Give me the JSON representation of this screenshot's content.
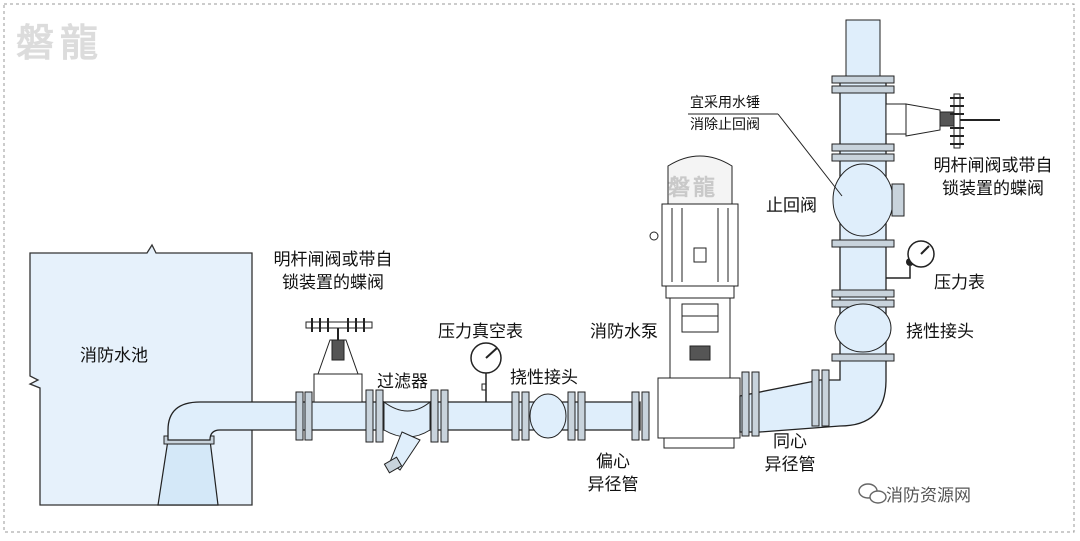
{
  "logo": {
    "text": "磐龍",
    "motor_text": "磐龍"
  },
  "labels": {
    "pool": "消防水池",
    "gate_valve_left_l1": "明杆闸阀或带自",
    "gate_valve_left_l2": "锁装置的蝶阀",
    "filter": "过滤器",
    "vacuum_gauge": "压力真空表",
    "flex_joint_left": "挠性接头",
    "pump": "消防水泵",
    "ecc_reducer_l1": "偏心",
    "ecc_reducer_l2": "异径管",
    "conc_reducer_l1": "同心",
    "conc_reducer_l2": "异径管",
    "check_valve": "止回阀",
    "water_hammer_l1": "宜采用水锤",
    "water_hammer_l2": "消除止回阀",
    "gate_valve_right_l1": "明杆闸阀或带自",
    "gate_valve_right_l2": "锁装置的蝶阀",
    "pressure_gauge": "压力表",
    "flex_joint_right": "挠性接头"
  },
  "watermark": {
    "icon": "wechat-icon",
    "text": "消防资源网"
  },
  "colors": {
    "pipe": "#dfeefb",
    "pool": "#e6f1fb",
    "line": "#222222",
    "flange": "#c8d3dc"
  }
}
